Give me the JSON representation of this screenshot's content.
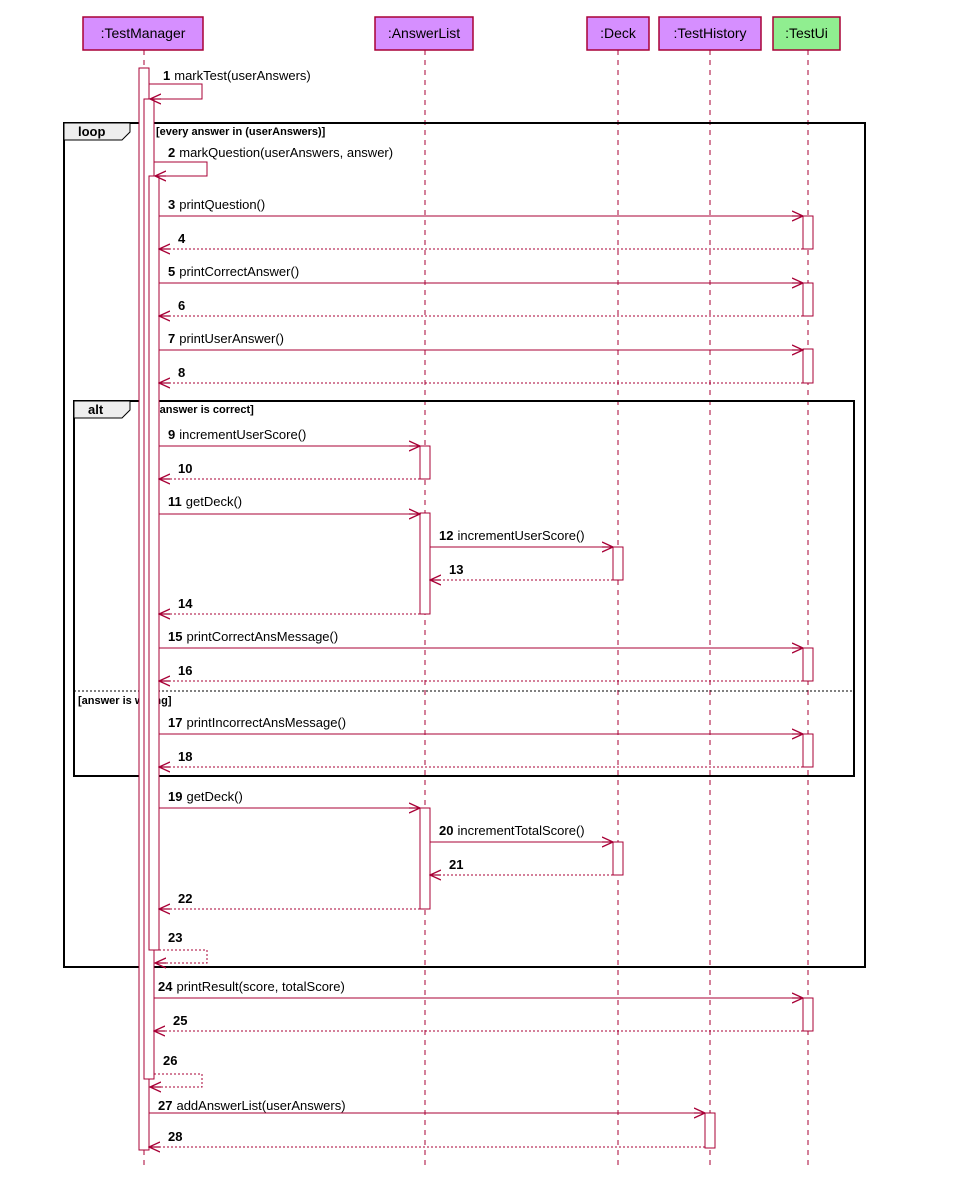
{
  "participants": [
    {
      "id": "tm",
      "label": ":TestManager",
      "color": "#d68fff"
    },
    {
      "id": "al",
      "label": ":AnswerList",
      "color": "#d68fff"
    },
    {
      "id": "dk",
      "label": ":Deck",
      "color": "#d68fff"
    },
    {
      "id": "th",
      "label": ":TestHistory",
      "color": "#d68fff"
    },
    {
      "id": "tu",
      "label": ":TestUi",
      "color": "#90ee90"
    }
  ],
  "messages": [
    {
      "num": "1",
      "label": "markTest(userAnswers)",
      "from": "tm",
      "to": "tm",
      "kind": "self-call"
    },
    {
      "num": "2",
      "label": "markQuestion(userAnswers, answer)",
      "from": "tm",
      "to": "tm",
      "kind": "self-call"
    },
    {
      "num": "3",
      "label": "printQuestion()",
      "from": "tm",
      "to": "tu",
      "kind": "call"
    },
    {
      "num": "4",
      "label": "",
      "from": "tu",
      "to": "tm",
      "kind": "return"
    },
    {
      "num": "5",
      "label": "printCorrectAnswer()",
      "from": "tm",
      "to": "tu",
      "kind": "call"
    },
    {
      "num": "6",
      "label": "",
      "from": "tu",
      "to": "tm",
      "kind": "return"
    },
    {
      "num": "7",
      "label": "printUserAnswer()",
      "from": "tm",
      "to": "tu",
      "kind": "call"
    },
    {
      "num": "8",
      "label": "",
      "from": "tu",
      "to": "tm",
      "kind": "return"
    },
    {
      "num": "9",
      "label": "incrementUserScore()",
      "from": "tm",
      "to": "al",
      "kind": "call"
    },
    {
      "num": "10",
      "label": "",
      "from": "al",
      "to": "tm",
      "kind": "return"
    },
    {
      "num": "11",
      "label": "getDeck()",
      "from": "tm",
      "to": "al",
      "kind": "call"
    },
    {
      "num": "12",
      "label": "incrementUserScore()",
      "from": "al",
      "to": "dk",
      "kind": "call"
    },
    {
      "num": "13",
      "label": "",
      "from": "dk",
      "to": "al",
      "kind": "return"
    },
    {
      "num": "14",
      "label": "",
      "from": "al",
      "to": "tm",
      "kind": "return"
    },
    {
      "num": "15",
      "label": "printCorrectAnsMessage()",
      "from": "tm",
      "to": "tu",
      "kind": "call"
    },
    {
      "num": "16",
      "label": "",
      "from": "tu",
      "to": "tm",
      "kind": "return"
    },
    {
      "num": "17",
      "label": "printIncorrectAnsMessage()",
      "from": "tm",
      "to": "tu",
      "kind": "call"
    },
    {
      "num": "18",
      "label": "",
      "from": "tu",
      "to": "tm",
      "kind": "return"
    },
    {
      "num": "19",
      "label": "getDeck()",
      "from": "tm",
      "to": "al",
      "kind": "call"
    },
    {
      "num": "20",
      "label": "incrementTotalScore()",
      "from": "al",
      "to": "dk",
      "kind": "call"
    },
    {
      "num": "21",
      "label": "",
      "from": "dk",
      "to": "al",
      "kind": "return"
    },
    {
      "num": "22",
      "label": "",
      "from": "al",
      "to": "tm",
      "kind": "return"
    },
    {
      "num": "23",
      "label": "",
      "from": "tm",
      "to": "tm",
      "kind": "self-return"
    },
    {
      "num": "24",
      "label": "printResult(score, totalScore)",
      "from": "tm",
      "to": "tu",
      "kind": "call"
    },
    {
      "num": "25",
      "label": "",
      "from": "tu",
      "to": "tm",
      "kind": "return"
    },
    {
      "num": "26",
      "label": "",
      "from": "tm",
      "to": "tm",
      "kind": "self-return"
    },
    {
      "num": "27",
      "label": "addAnswerList(userAnswers)",
      "from": "tm",
      "to": "th",
      "kind": "call"
    },
    {
      "num": "28",
      "label": "",
      "from": "th",
      "to": "tm",
      "kind": "return"
    }
  ],
  "fragments": [
    {
      "id": "loop",
      "operator": "loop",
      "guard": "[every answer in (userAnswers)]"
    },
    {
      "id": "alt",
      "operator": "alt",
      "guard": "[answer is correct]",
      "else_guard": "[answer is wrong]"
    }
  ]
}
